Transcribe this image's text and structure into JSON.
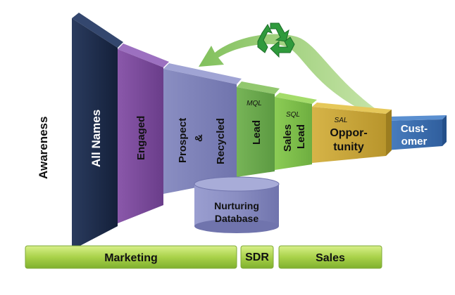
{
  "diagram": {
    "side_label": "Awareness",
    "stages": [
      {
        "id": "all-names",
        "label": "All Names",
        "color": "#1b2a4a"
      },
      {
        "id": "engaged",
        "label": "Engaged",
        "color": "#7b4a9a"
      },
      {
        "id": "prospect-recycled",
        "line1": "Prospect",
        "line2": "&",
        "line3": "Recycled",
        "color": "#7b7fb5"
      },
      {
        "id": "lead",
        "label": "Lead",
        "tag": "MQL",
        "color": "#6aa84f"
      },
      {
        "id": "sales-lead",
        "line1": "Sales",
        "line2": "Lead",
        "tag": "SQL",
        "color": "#7cbc4a"
      },
      {
        "id": "opportunity",
        "line1": "Oppor-",
        "line2": "tunity",
        "tag": "SAL",
        "color": "#c8a63a"
      },
      {
        "id": "customer",
        "line1": "Cust-",
        "line2": "omer",
        "color": "#3d6fb0"
      }
    ],
    "database": {
      "line1": "Nurturing",
      "line2": "Database",
      "color": "#8e92c3"
    },
    "recycle_icon": "recycle-icon",
    "bars": [
      {
        "label": "Marketing"
      },
      {
        "label": "SDR"
      },
      {
        "label": "Sales"
      }
    ]
  }
}
